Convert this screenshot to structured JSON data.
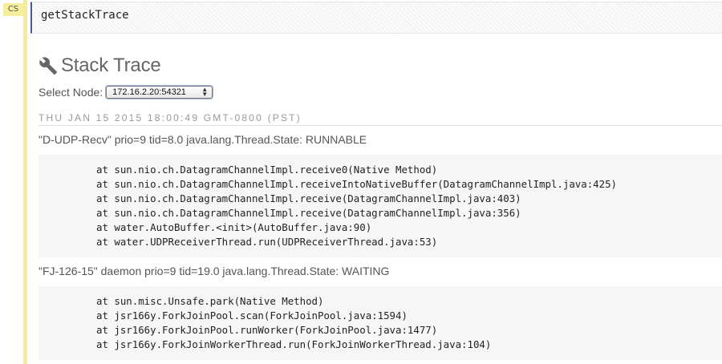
{
  "gutter": {
    "cell_badge": "CS"
  },
  "input": {
    "code": "getStackTrace"
  },
  "output": {
    "title": "Stack Trace",
    "node_label": "Select Node:",
    "node_selected": "172.16.2.20:54321",
    "timestamp": "THU JAN 15 2015 18:00:49 GMT-0800 (PST)",
    "threads": [
      {
        "header": "\"D-UDP-Recv\" prio=9 tid=8.0 java.lang.Thread.State: RUNNABLE",
        "lines": [
          "at sun.nio.ch.DatagramChannelImpl.receive0(Native Method)",
          "at sun.nio.ch.DatagramChannelImpl.receiveIntoNativeBuffer(DatagramChannelImpl.java:425)",
          "at sun.nio.ch.DatagramChannelImpl.receive(DatagramChannelImpl.java:403)",
          "at sun.nio.ch.DatagramChannelImpl.receive(DatagramChannelImpl.java:356)",
          "at water.AutoBuffer.<init>(AutoBuffer.java:90)",
          "at water.UDPReceiverThread.run(UDPReceiverThread.java:53)"
        ]
      },
      {
        "header": "\"FJ-126-15\" daemon prio=9 tid=19.0 java.lang.Thread.State: WAITING",
        "lines": [
          "at sun.misc.Unsafe.park(Native Method)",
          "at jsr166y.ForkJoinPool.scan(ForkJoinPool.java:1594)",
          "at jsr166y.ForkJoinPool.runWorker(ForkJoinPool.java:1477)",
          "at jsr166y.ForkJoinWorkerThread.run(ForkJoinWorkerThread.java:104)"
        ]
      }
    ]
  },
  "icons": {
    "title_icon": "wrench-icon",
    "select_icon": "updown-arrows-icon"
  },
  "colors": {
    "gutter": "#f3ec98",
    "input_border": "#4a5c8c",
    "trace_background": "#f6f6f6"
  }
}
